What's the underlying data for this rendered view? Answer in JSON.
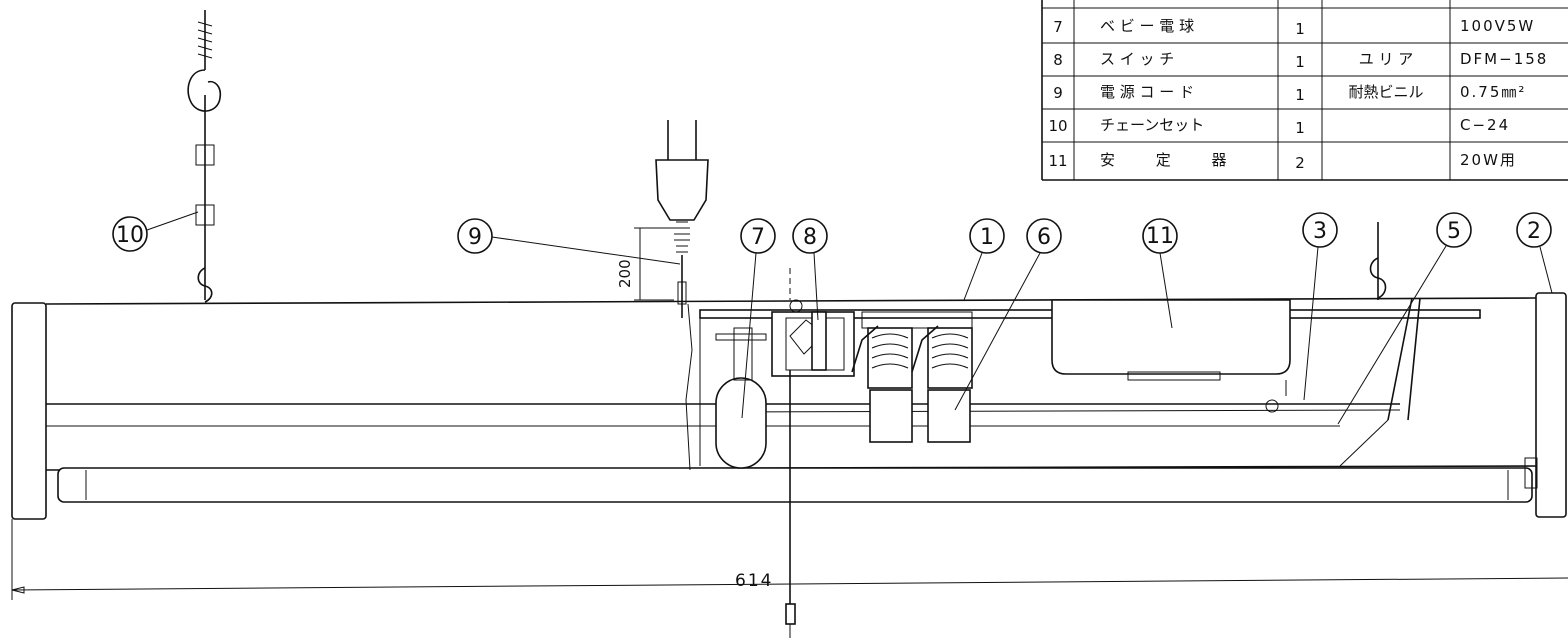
{
  "parts_table": {
    "rows": [
      {
        "no": "7",
        "name": "ベ ビ ー 電 球",
        "qty": "1",
        "material": "",
        "spec": "100V5W"
      },
      {
        "no": "8",
        "name": "ス イ ッ チ",
        "qty": "1",
        "material": "ユ リ ア",
        "spec": "DFM−158"
      },
      {
        "no": "9",
        "name": "電 源 コ ー ド",
        "qty": "1",
        "material": "耐熱ビニル",
        "spec": "0.75㎜²"
      },
      {
        "no": "10",
        "name": "チェーンセット",
        "qty": "1",
        "material": "",
        "spec": "C−24"
      },
      {
        "no": "11",
        "name": "安 定 器",
        "qty": "2",
        "material": "",
        "spec": "20W用"
      }
    ]
  },
  "callouts": {
    "c10": "10",
    "c9": "9",
    "c7": "7",
    "c8": "8",
    "c1": "1",
    "c6": "6",
    "c11": "11",
    "c3": "3",
    "c5": "5",
    "c2": "2"
  },
  "dimensions": {
    "cord_length": "200",
    "overall_length": "614"
  }
}
